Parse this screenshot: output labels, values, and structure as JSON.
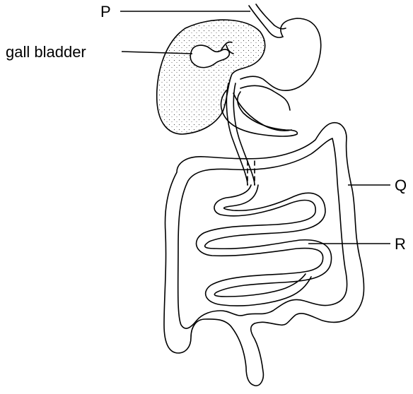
{
  "labels": {
    "p": "P",
    "gall_bladder": "gall bladder",
    "q": "Q",
    "r": "R"
  }
}
